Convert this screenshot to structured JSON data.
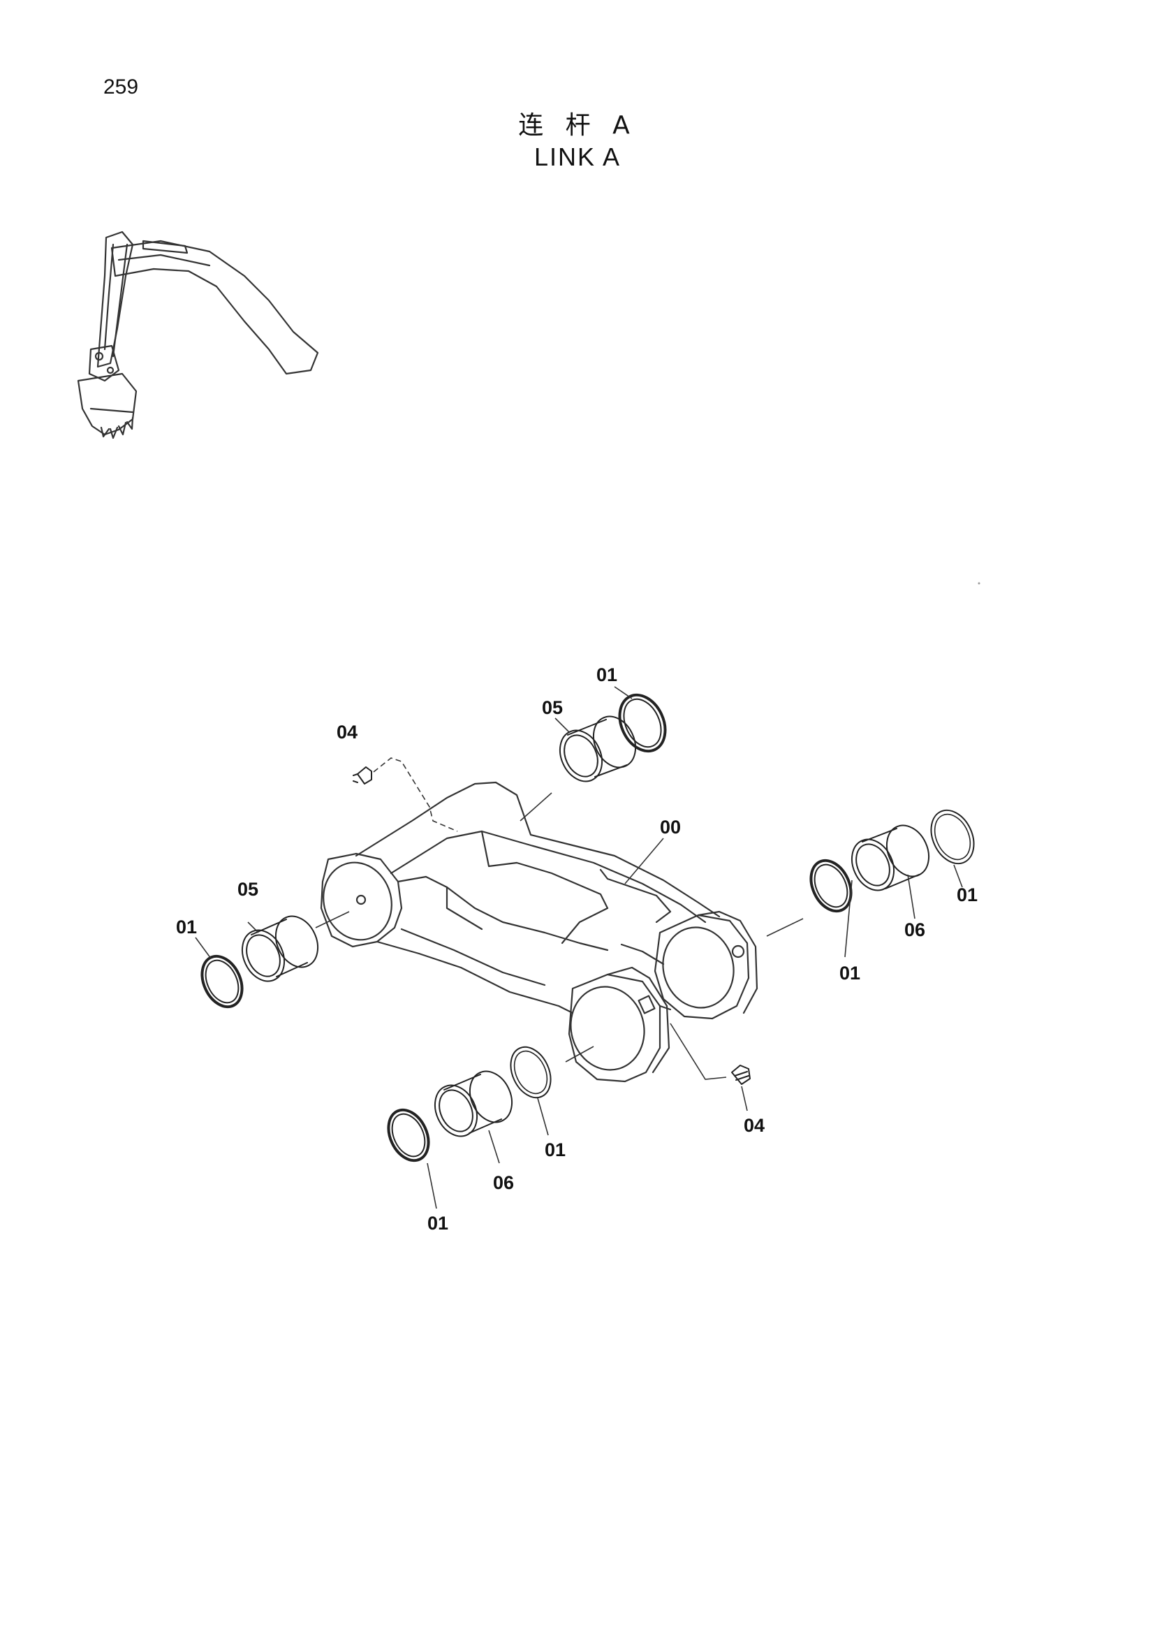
{
  "page": {
    "number": "259"
  },
  "title": {
    "chinese": "连 杆 A",
    "english": "LINK A"
  },
  "callouts": [
    "01",
    "05",
    "04",
    "00",
    "05",
    "01",
    "01",
    "06",
    "01",
    "01",
    "04",
    "06",
    "01"
  ]
}
